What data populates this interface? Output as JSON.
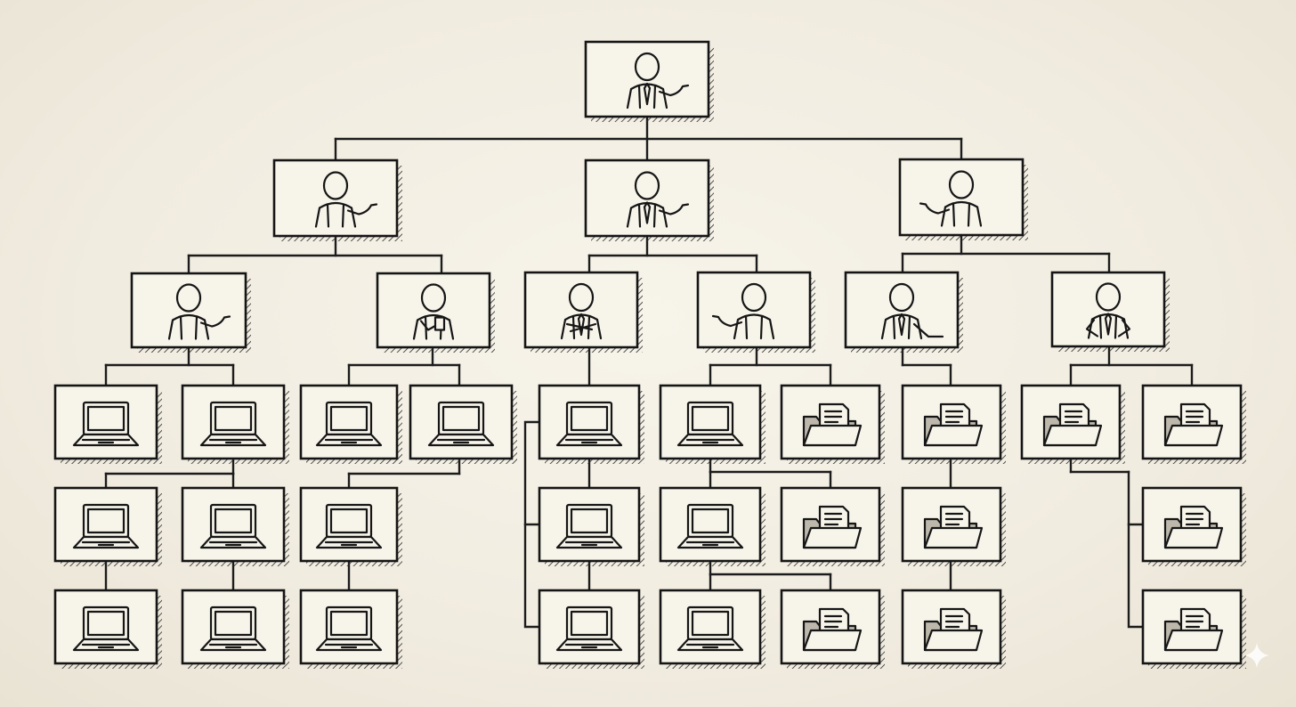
{
  "diagram": {
    "kind": "org-chart",
    "icons": {
      "person": "person-icon",
      "laptop": "laptop-icon",
      "folder": "folder-icon"
    },
    "colors": {
      "paper": "#f3efe3",
      "ink": "#151515"
    },
    "nodes": [
      {
        "id": "ceo",
        "type": "person",
        "pose": "gesture-right",
        "tie": true
      },
      {
        "id": "mgr-left",
        "type": "person",
        "pose": "gesture-right",
        "tie": false
      },
      {
        "id": "mgr-center",
        "type": "person",
        "pose": "gesture-right",
        "tie": true
      },
      {
        "id": "mgr-right",
        "type": "person",
        "pose": "gesture-left",
        "tie": false
      },
      {
        "id": "lead-1",
        "type": "person",
        "pose": "gesture-right",
        "tie": false
      },
      {
        "id": "lead-2",
        "type": "person",
        "pose": "writing",
        "tie": false
      },
      {
        "id": "lead-3",
        "type": "person",
        "pose": "arms-crossed",
        "tie": true
      },
      {
        "id": "lead-4",
        "type": "person",
        "pose": "gesture-left",
        "tie": false
      },
      {
        "id": "lead-5",
        "type": "person",
        "pose": "pointing",
        "tie": true
      },
      {
        "id": "lead-6",
        "type": "person",
        "pose": "hands-on-hips",
        "tie": true
      },
      {
        "id": "l1-laptop-a",
        "type": "laptop"
      },
      {
        "id": "l1-laptop-b",
        "type": "laptop"
      },
      {
        "id": "l1-laptop-c",
        "type": "laptop"
      },
      {
        "id": "l1-laptop-d",
        "type": "laptop"
      },
      {
        "id": "l1-laptop-e",
        "type": "laptop"
      },
      {
        "id": "l1-laptop-f",
        "type": "laptop"
      },
      {
        "id": "l2-laptop-a",
        "type": "laptop"
      },
      {
        "id": "l2-laptop-b",
        "type": "laptop"
      },
      {
        "id": "l2-laptop-c",
        "type": "laptop"
      },
      {
        "id": "l3-laptop-a",
        "type": "laptop"
      },
      {
        "id": "l3-laptop-b",
        "type": "laptop"
      },
      {
        "id": "l3-laptop-c",
        "type": "laptop"
      },
      {
        "id": "l4-laptop-a",
        "type": "laptop"
      },
      {
        "id": "l4-laptop-b",
        "type": "laptop"
      },
      {
        "id": "l4-laptop-c",
        "type": "laptop"
      },
      {
        "id": "l4-folder-a",
        "type": "folder"
      },
      {
        "id": "l4-folder-b",
        "type": "folder"
      },
      {
        "id": "l4-folder-c",
        "type": "folder"
      },
      {
        "id": "l5-folder-a",
        "type": "folder"
      },
      {
        "id": "l5-folder-b",
        "type": "folder"
      },
      {
        "id": "l5-folder-c",
        "type": "folder"
      },
      {
        "id": "l6-folder-a",
        "type": "folder"
      },
      {
        "id": "l6-folder-b",
        "type": "folder"
      },
      {
        "id": "l6-folder-c",
        "type": "folder"
      },
      {
        "id": "l6-folder-d",
        "type": "folder"
      }
    ]
  }
}
